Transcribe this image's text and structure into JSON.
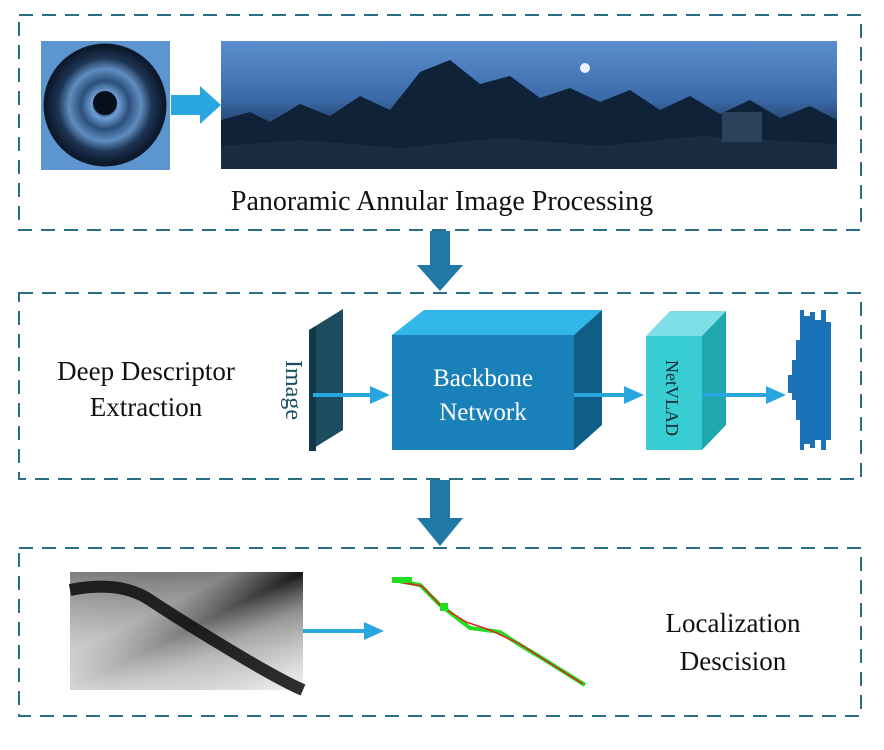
{
  "stages": {
    "panoramic": {
      "title": "Panoramic Annular Image Processing"
    },
    "descriptor": {
      "title_line1": "Deep Descriptor",
      "title_line2": "Extraction",
      "image_label": "Image",
      "backbone_line1": "Backbone",
      "backbone_line2": "Network",
      "netvlad_label": "NetVLAD"
    },
    "localization": {
      "title_line1": "Localization",
      "title_line2": "Descision"
    }
  },
  "colors": {
    "frame": "#2a6f86",
    "arrow": "#2aa6df",
    "flow_arrow": "#1f78a6",
    "backbone_front": "#1a80b9",
    "backbone_top": "#33b6ea",
    "backbone_side": "#0f5e87",
    "netvlad_front": "#38cdd3",
    "netvlad_top": "#7ee0e6",
    "netvlad_side": "#1ea8ae",
    "image_plate": "#1b4c60",
    "descriptor_bars": "#1a73b6"
  }
}
